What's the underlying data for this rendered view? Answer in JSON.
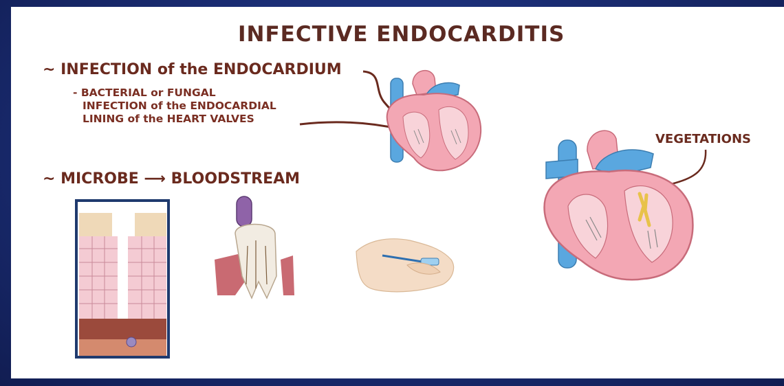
{
  "title": "INFECTIVE ENDOCARDITIS",
  "point1": {
    "heading": "~ INFECTION of the ENDOCARDIUM",
    "detail_lines": [
      "- BACTERIAL or FUNGAL",
      "INFECTION of the ENDOCARDIAL",
      "LINING of the HEART VALVES"
    ]
  },
  "point2": {
    "heading": "~ MICROBE ⟶ BLOODSTREAM"
  },
  "labels": {
    "vegetations": "VEGETATIONS"
  },
  "colors": {
    "background": "#1b2f73",
    "text": "#6a2a1e",
    "heart": "#f3a7b4",
    "vessel_blue": "#5aa7df",
    "vegetation": "#e8c24a"
  }
}
